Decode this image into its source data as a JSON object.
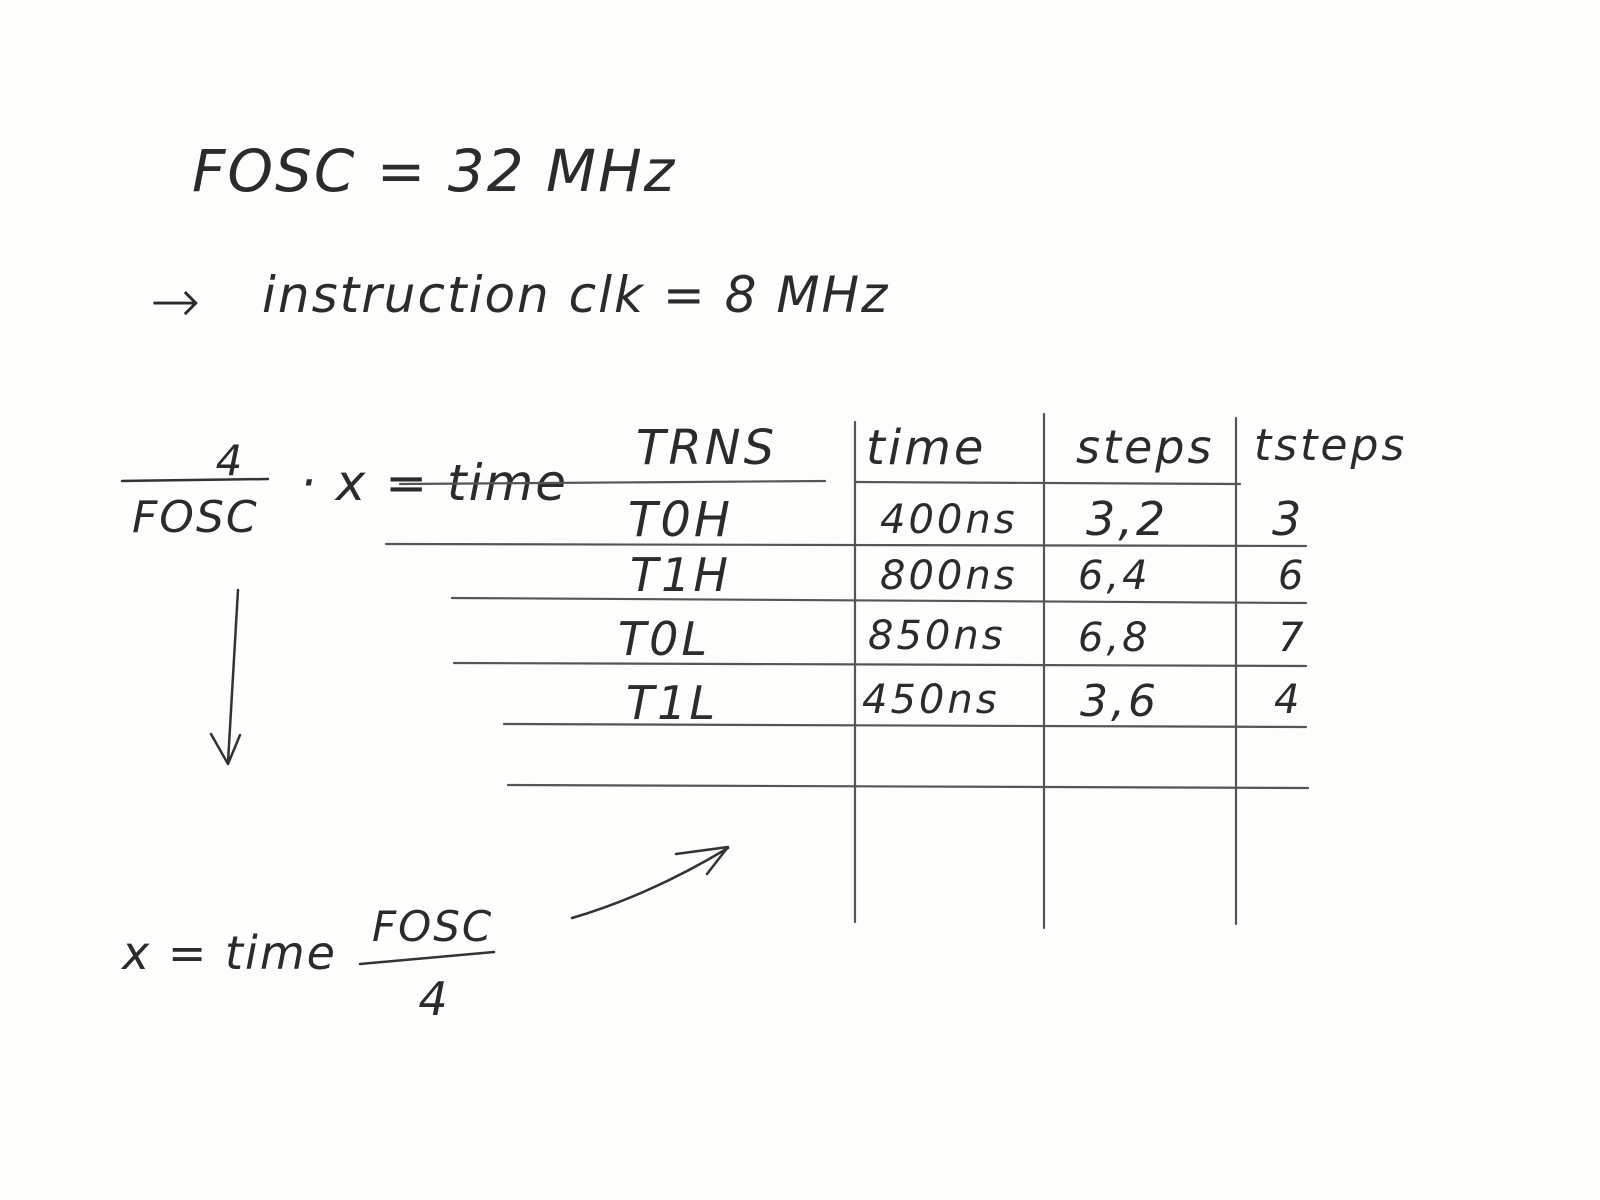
{
  "fosc_line": "FOSC = 32 MHz",
  "instruction": {
    "arrow": "→",
    "text": "instruction clk = 8 MHz"
  },
  "formula_top": {
    "numerator": "4",
    "denominator": "FOSC",
    "rhs": "· x = time"
  },
  "formula_bottom": {
    "lhs": "x = time",
    "numerator": "FOSC",
    "denominator": "4"
  },
  "table": {
    "headers": [
      "TRNS",
      "time",
      "steps",
      "tsteps"
    ],
    "rows": [
      [
        "T0H",
        "400ns",
        "3,2",
        "3"
      ],
      [
        "T1H",
        "800ns",
        "6,4",
        "6"
      ],
      [
        "T0L",
        "850ns",
        "6,8",
        "7"
      ],
      [
        "T1L",
        "450ns",
        "3,6",
        "4"
      ]
    ]
  }
}
